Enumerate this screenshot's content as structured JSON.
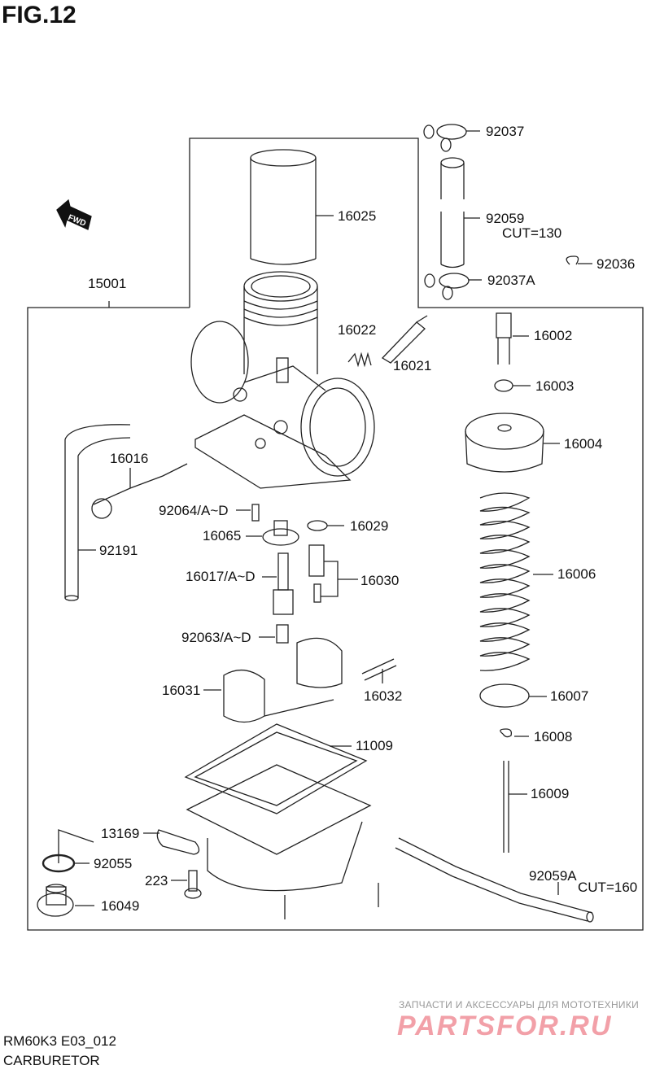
{
  "figure": {
    "title": "FIG.12",
    "code": "RM60K3 E03_012",
    "name": "CARBURETOR",
    "direction_marker": "FWD"
  },
  "parts": [
    {
      "id": "15001",
      "label": "15001"
    },
    {
      "id": "16025",
      "label": "16025"
    },
    {
      "id": "92037",
      "label": "92037"
    },
    {
      "id": "92059",
      "label": "92059"
    },
    {
      "id": "92059_cut",
      "label": "CUT=130"
    },
    {
      "id": "92036",
      "label": "92036"
    },
    {
      "id": "92037A",
      "label": "92037A"
    },
    {
      "id": "16022",
      "label": "16022"
    },
    {
      "id": "16021",
      "label": "16021"
    },
    {
      "id": "16002",
      "label": "16002"
    },
    {
      "id": "16003",
      "label": "16003"
    },
    {
      "id": "16004",
      "label": "16004"
    },
    {
      "id": "16016",
      "label": "16016"
    },
    {
      "id": "92064",
      "label": "92064/A~D"
    },
    {
      "id": "16029",
      "label": "16029"
    },
    {
      "id": "16065",
      "label": "16065"
    },
    {
      "id": "92191",
      "label": "92191"
    },
    {
      "id": "16017",
      "label": "16017/A~D"
    },
    {
      "id": "16030",
      "label": "16030"
    },
    {
      "id": "16006",
      "label": "16006"
    },
    {
      "id": "92063",
      "label": "92063/A~D"
    },
    {
      "id": "16031",
      "label": "16031"
    },
    {
      "id": "16032",
      "label": "16032"
    },
    {
      "id": "16007",
      "label": "16007"
    },
    {
      "id": "16008",
      "label": "16008"
    },
    {
      "id": "11009",
      "label": "11009"
    },
    {
      "id": "16009",
      "label": "16009"
    },
    {
      "id": "13169",
      "label": "13169"
    },
    {
      "id": "92055",
      "label": "92055"
    },
    {
      "id": "223",
      "label": "223"
    },
    {
      "id": "16049",
      "label": "16049"
    },
    {
      "id": "92059A",
      "label": "92059A"
    },
    {
      "id": "92059A_cut",
      "label": "CUT=160"
    }
  ],
  "watermark": {
    "tagline": "ЗАПЧАСТИ И АКСЕССУАРЫ ДЛЯ МОТОТЕХНИКИ",
    "brand": "PARTSFOR.RU",
    "color": "#f2a0a8"
  }
}
